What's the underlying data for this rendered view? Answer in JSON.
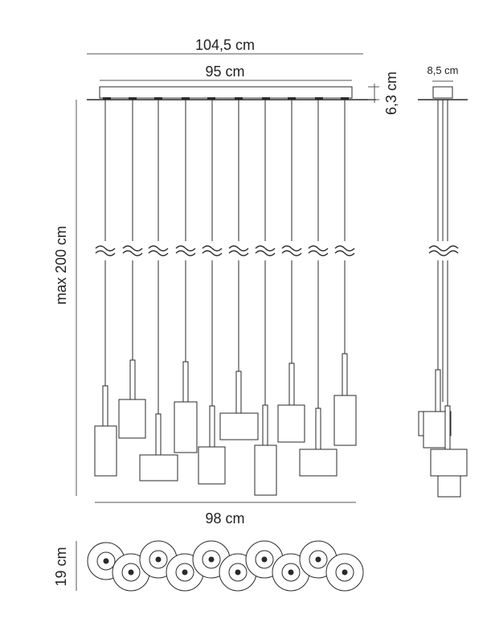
{
  "dimensions": {
    "overall_width": "104,5 cm",
    "canopy_width": "95 cm",
    "canopy_height": "6,3 cm",
    "side_canopy_width": "8,5 cm",
    "max_drop": "max 200 cm",
    "spread_width": "98 cm",
    "depth": "19 cm"
  },
  "colors": {
    "line": "#2a2a2a",
    "dim_line": "#555555",
    "disc_fill": "#ffffff"
  }
}
